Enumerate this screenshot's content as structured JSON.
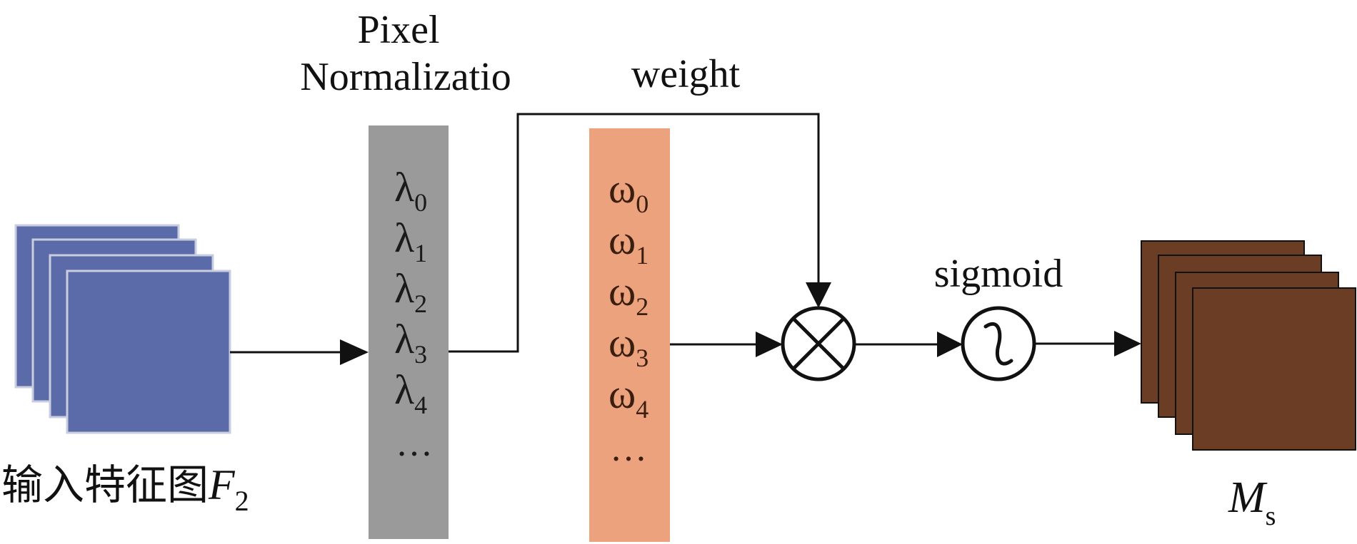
{
  "labels": {
    "pixel_norm_line1": "Pixel",
    "pixel_norm_line2": "Normalizatio",
    "weight": "weight",
    "sigmoid": "sigmoid",
    "input_prefix": "输入特征图",
    "input_symbol": "F",
    "input_subscript": "2",
    "output_symbol": "M",
    "output_subscript": "s"
  },
  "lambda_symbol": "λ",
  "omega_symbol": "ω",
  "lambda_items": [
    {
      "sub": "0"
    },
    {
      "sub": "1"
    },
    {
      "sub": "2"
    },
    {
      "sub": "3"
    },
    {
      "sub": "4"
    }
  ],
  "omega_items": [
    {
      "sub": "0"
    },
    {
      "sub": "1"
    },
    {
      "sub": "2"
    },
    {
      "sub": "3"
    },
    {
      "sub": "4"
    }
  ],
  "ellipsis": "…",
  "colors": {
    "input_stack": "#5b6aa8",
    "input_stack_border": "#c9cde0",
    "lambda_bar": "#9a9a9a",
    "omega_bar": "#eda27e",
    "omega_text": "#3a1f0f",
    "output_stack": "#6b3d24",
    "line": "#111111"
  }
}
